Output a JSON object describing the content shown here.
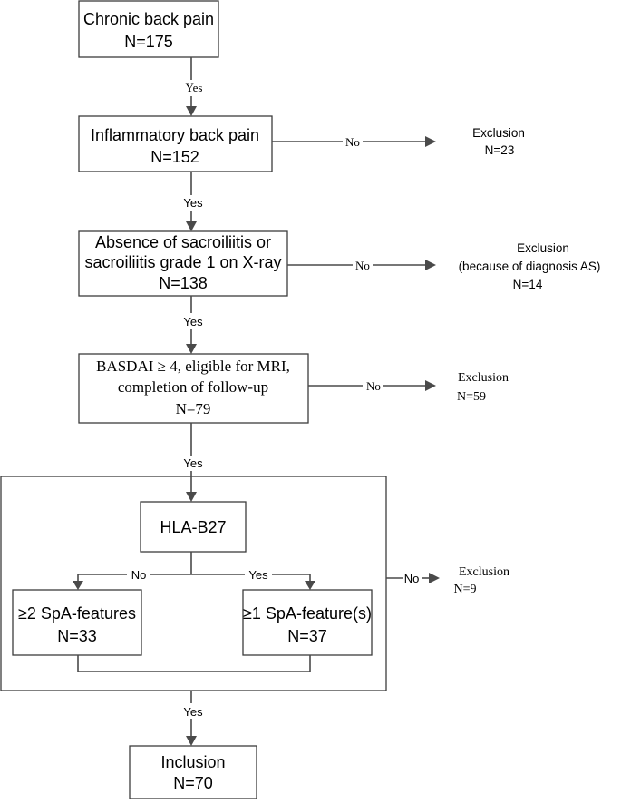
{
  "boxes": {
    "chronic": {
      "line1": "Chronic back pain",
      "line2": "N=175"
    },
    "inflammatory": {
      "line1": "Inflammatory back pain",
      "line2": "N=152"
    },
    "absence": {
      "line1": "Absence of sacroiliitis or",
      "line2": "sacroiliitis grade 1 on X-ray",
      "line3": "N=138"
    },
    "basdai": {
      "line1": "BASDAI ≥ 4, eligible for MRI,",
      "line2": "completion of follow-up",
      "line3": "N=79"
    },
    "hla": {
      "line1": "HLA-B27"
    },
    "spa2": {
      "line1": "≥2 SpA-features",
      "line2": "N=33"
    },
    "spa1": {
      "line1": "≥1 SpA-feature(s)",
      "line2": "N=37"
    },
    "inclusion": {
      "line1": "Inclusion",
      "line2": "N=70"
    }
  },
  "edge_labels": {
    "yes1": "Yes",
    "yes2": "Yes",
    "yes3": "Yes",
    "yes4": "Yes",
    "yes5": "Yes",
    "yes_hla": "Yes",
    "no1": "No",
    "no2": "No",
    "no3": "No",
    "no_hla": "No",
    "no4": "No"
  },
  "exclusions": {
    "ex1": {
      "line1": "Exclusion",
      "line2": "N=23"
    },
    "ex2": {
      "line1": "Exclusion",
      "line2": "(because of diagnosis AS)",
      "line3": "N=14"
    },
    "ex3": {
      "line1": "Exclusion",
      "line2": "N=59"
    },
    "ex4": {
      "line1": "Exclusion",
      "line2": "N=9"
    }
  }
}
